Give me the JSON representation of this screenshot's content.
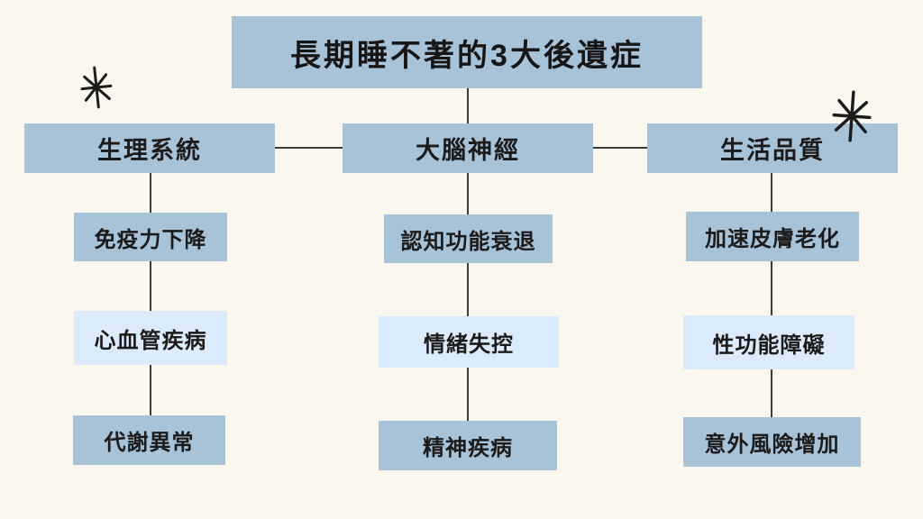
{
  "title": "長期睡不著的3大後遺症",
  "columns": [
    {
      "header": "生理系統",
      "items": [
        "免疫力下降",
        "心血管疾病",
        "代謝異常"
      ]
    },
    {
      "header": "大腦神經",
      "items": [
        "認知功能衰退",
        "情緒失控",
        "精神疾病"
      ]
    },
    {
      "header": "生活品質",
      "items": [
        "加速皮膚老化",
        "性功能障礙",
        "意外風險增加"
      ]
    }
  ],
  "icons": [
    "sparkle-left-icon",
    "sparkle-right-icon"
  ],
  "colors": {
    "background": "#faf7ee",
    "box_blue": "#a8c2d8",
    "box_light_blue": "#dcebfb",
    "text": "#1b1b1b",
    "connector_line": "#3c3c3c"
  }
}
